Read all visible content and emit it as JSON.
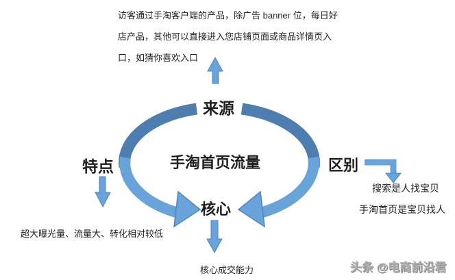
{
  "colors": {
    "ring_dark": "#4D7EAF",
    "arrow_fill": "#68A3D9",
    "arrow_outline": "#4F86BC",
    "text": "#1f1f1f",
    "watermark_gray": "#b0b0b0"
  },
  "top_note": {
    "lines": [
      "访客通过手淘客户端的产品，除广告 banner 位，每日好",
      "店产品，其他可以直接进入您店铺页面或商品详情页入",
      "口，如猜你喜欢入口"
    ]
  },
  "diagram": {
    "center_title": "手淘首页流量",
    "nodes": {
      "source": "来源",
      "feature": "特点",
      "difference": "区别",
      "core": "核心"
    },
    "feature_note": "超大曝光量、流量大、转化相对较低",
    "difference_notes": [
      "搜索是人找宝贝",
      "手淘首页是宝贝找人"
    ],
    "core_note": "核心成交能力"
  },
  "watermark": "头条 @电商前沿君"
}
